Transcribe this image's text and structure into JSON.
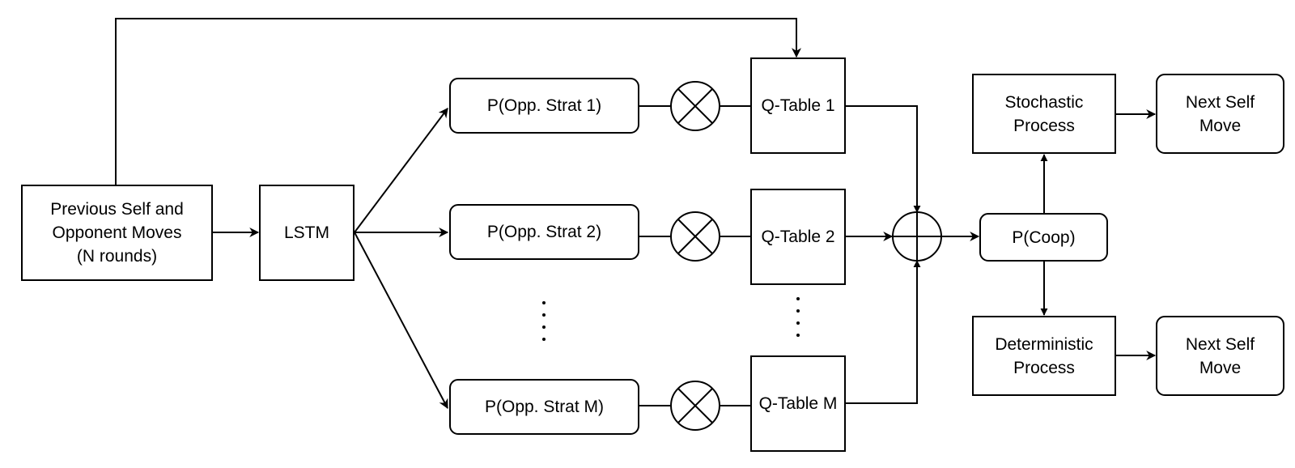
{
  "nodes": {
    "input": "Previous Self and\nOpponent Moves\n(N rounds)",
    "lstm": "LSTM",
    "p_strat_1": "P(Opp. Strat 1)",
    "p_strat_2": "P(Opp. Strat 2)",
    "p_strat_m": "P(Opp. Strat M)",
    "q_table_1": "Q-Table 1",
    "q_table_2": "Q-Table 2",
    "q_table_m": "Q-Table M",
    "p_coop": "P(Coop)",
    "stochastic": "Stochastic\nProcess",
    "deterministic": "Deterministic\nProcess",
    "next_move_top": "Next Self\nMove",
    "next_move_bottom": "Next Self\nMove"
  },
  "operators": {
    "multiply": "multiply-circle-icon",
    "sum": "plus-circle-icon"
  },
  "edges": [
    {
      "from": "input",
      "to": "lstm"
    },
    {
      "from": "input",
      "to": "q_table_1"
    },
    {
      "from": "lstm",
      "to": "p_strat_1"
    },
    {
      "from": "lstm",
      "to": "p_strat_2"
    },
    {
      "from": "lstm",
      "to": "p_strat_m"
    },
    {
      "from": "p_strat_1",
      "to": "q_table_1",
      "via": "multiply"
    },
    {
      "from": "p_strat_2",
      "to": "q_table_2",
      "via": "multiply"
    },
    {
      "from": "p_strat_m",
      "to": "q_table_m",
      "via": "multiply"
    },
    {
      "from": "q_table_1",
      "to": "sum"
    },
    {
      "from": "q_table_2",
      "to": "sum"
    },
    {
      "from": "q_table_m",
      "to": "sum"
    },
    {
      "from": "sum",
      "to": "p_coop"
    },
    {
      "from": "p_coop",
      "to": "stochastic"
    },
    {
      "from": "p_coop",
      "to": "deterministic"
    },
    {
      "from": "stochastic",
      "to": "next_move_top"
    },
    {
      "from": "deterministic",
      "to": "next_move_bottom"
    }
  ],
  "colors": {
    "stroke": "#000000",
    "fill": "#ffffff"
  }
}
